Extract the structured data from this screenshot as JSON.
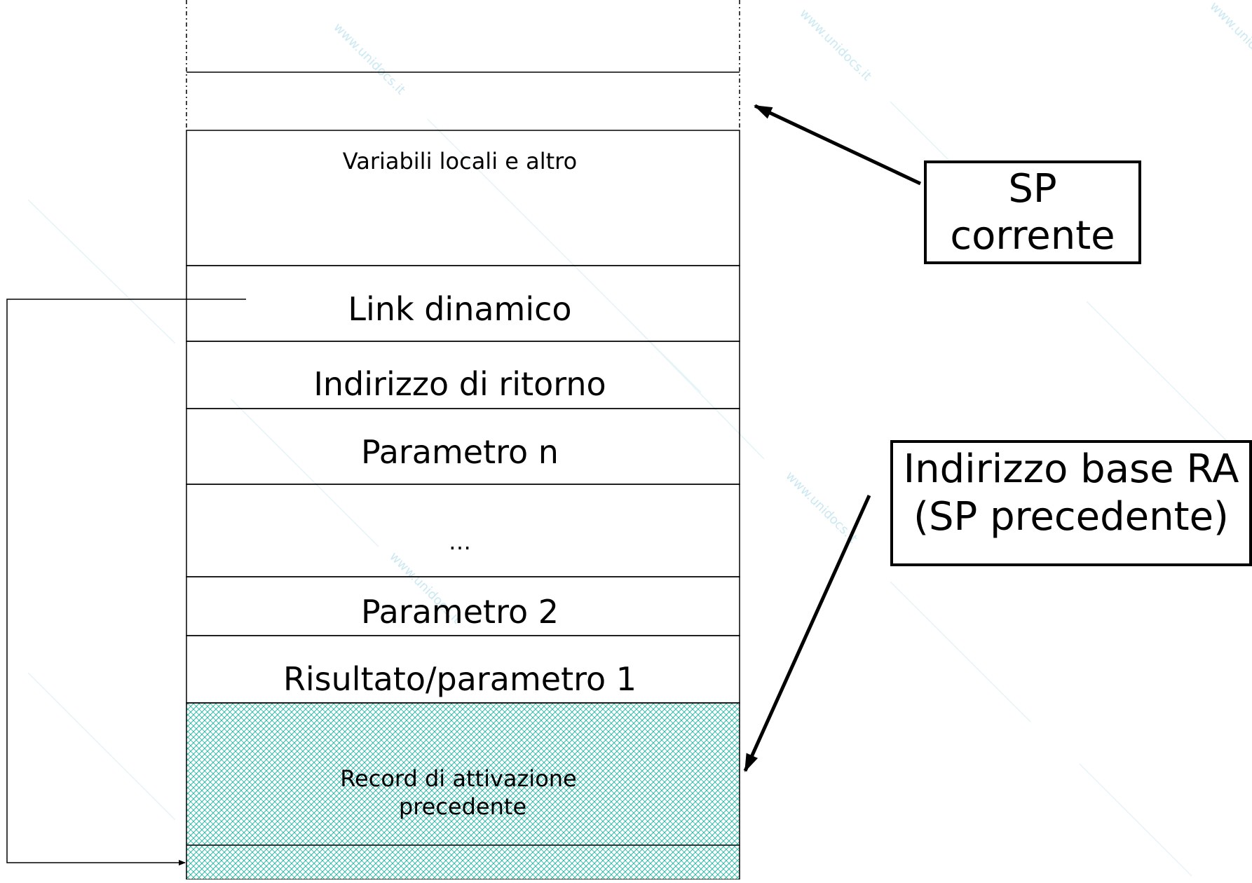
{
  "stack": {
    "cells": [
      {
        "label": "Variabili locali e altro"
      },
      {
        "label": "Link dinamico"
      },
      {
        "label": "Indirizzo di ritorno"
      },
      {
        "label": "Parametro n"
      },
      {
        "label": "…"
      },
      {
        "label": "Parametro 2"
      },
      {
        "label": "Risultato/parametro 1"
      }
    ],
    "previous_record": {
      "line1": "Record di attivazione",
      "line2": "precedente"
    }
  },
  "callouts": {
    "sp_current": {
      "line1": "SP",
      "line2": "corrente"
    },
    "base_address": {
      "line1": "Indirizzo base RA",
      "line2": "(SP precedente)"
    }
  },
  "watermark": {
    "text": "www.unidocs.it",
    "color": "#9fd6e8"
  },
  "colors": {
    "hatch": "#2ab5a5",
    "line": "#000000"
  }
}
